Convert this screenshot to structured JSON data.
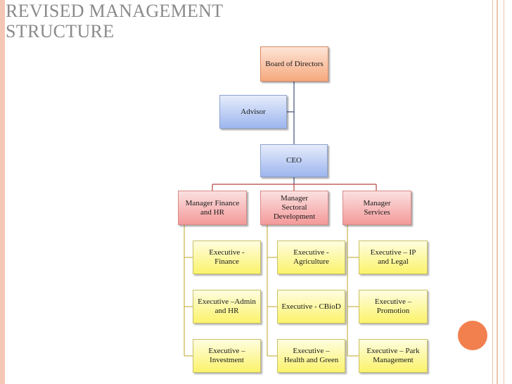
{
  "slide_title": "REVISED MANAGEMENT STRUCTURE",
  "org_chart": {
    "board": "Board of Directors",
    "advisor": "Advisor",
    "ceo": "CEO",
    "managers": [
      {
        "label": "Manager Finance\nand HR",
        "executives": [
          "Executive -\nFinance",
          "Executive –Admin\nand HR",
          "Executive –\nInvestment"
        ]
      },
      {
        "label": "Manager\nSectoral\nDevelopment",
        "executives": [
          "Executive -\nAgriculture",
          "Executive - CBioD",
          "Executive –\nHealth and Green"
        ]
      },
      {
        "label": "Manager\nServices",
        "executives": [
          "Executive – IP\nand Legal",
          "Executive –\nPromotion",
          "Executive – Park\nManagement"
        ]
      }
    ]
  }
}
